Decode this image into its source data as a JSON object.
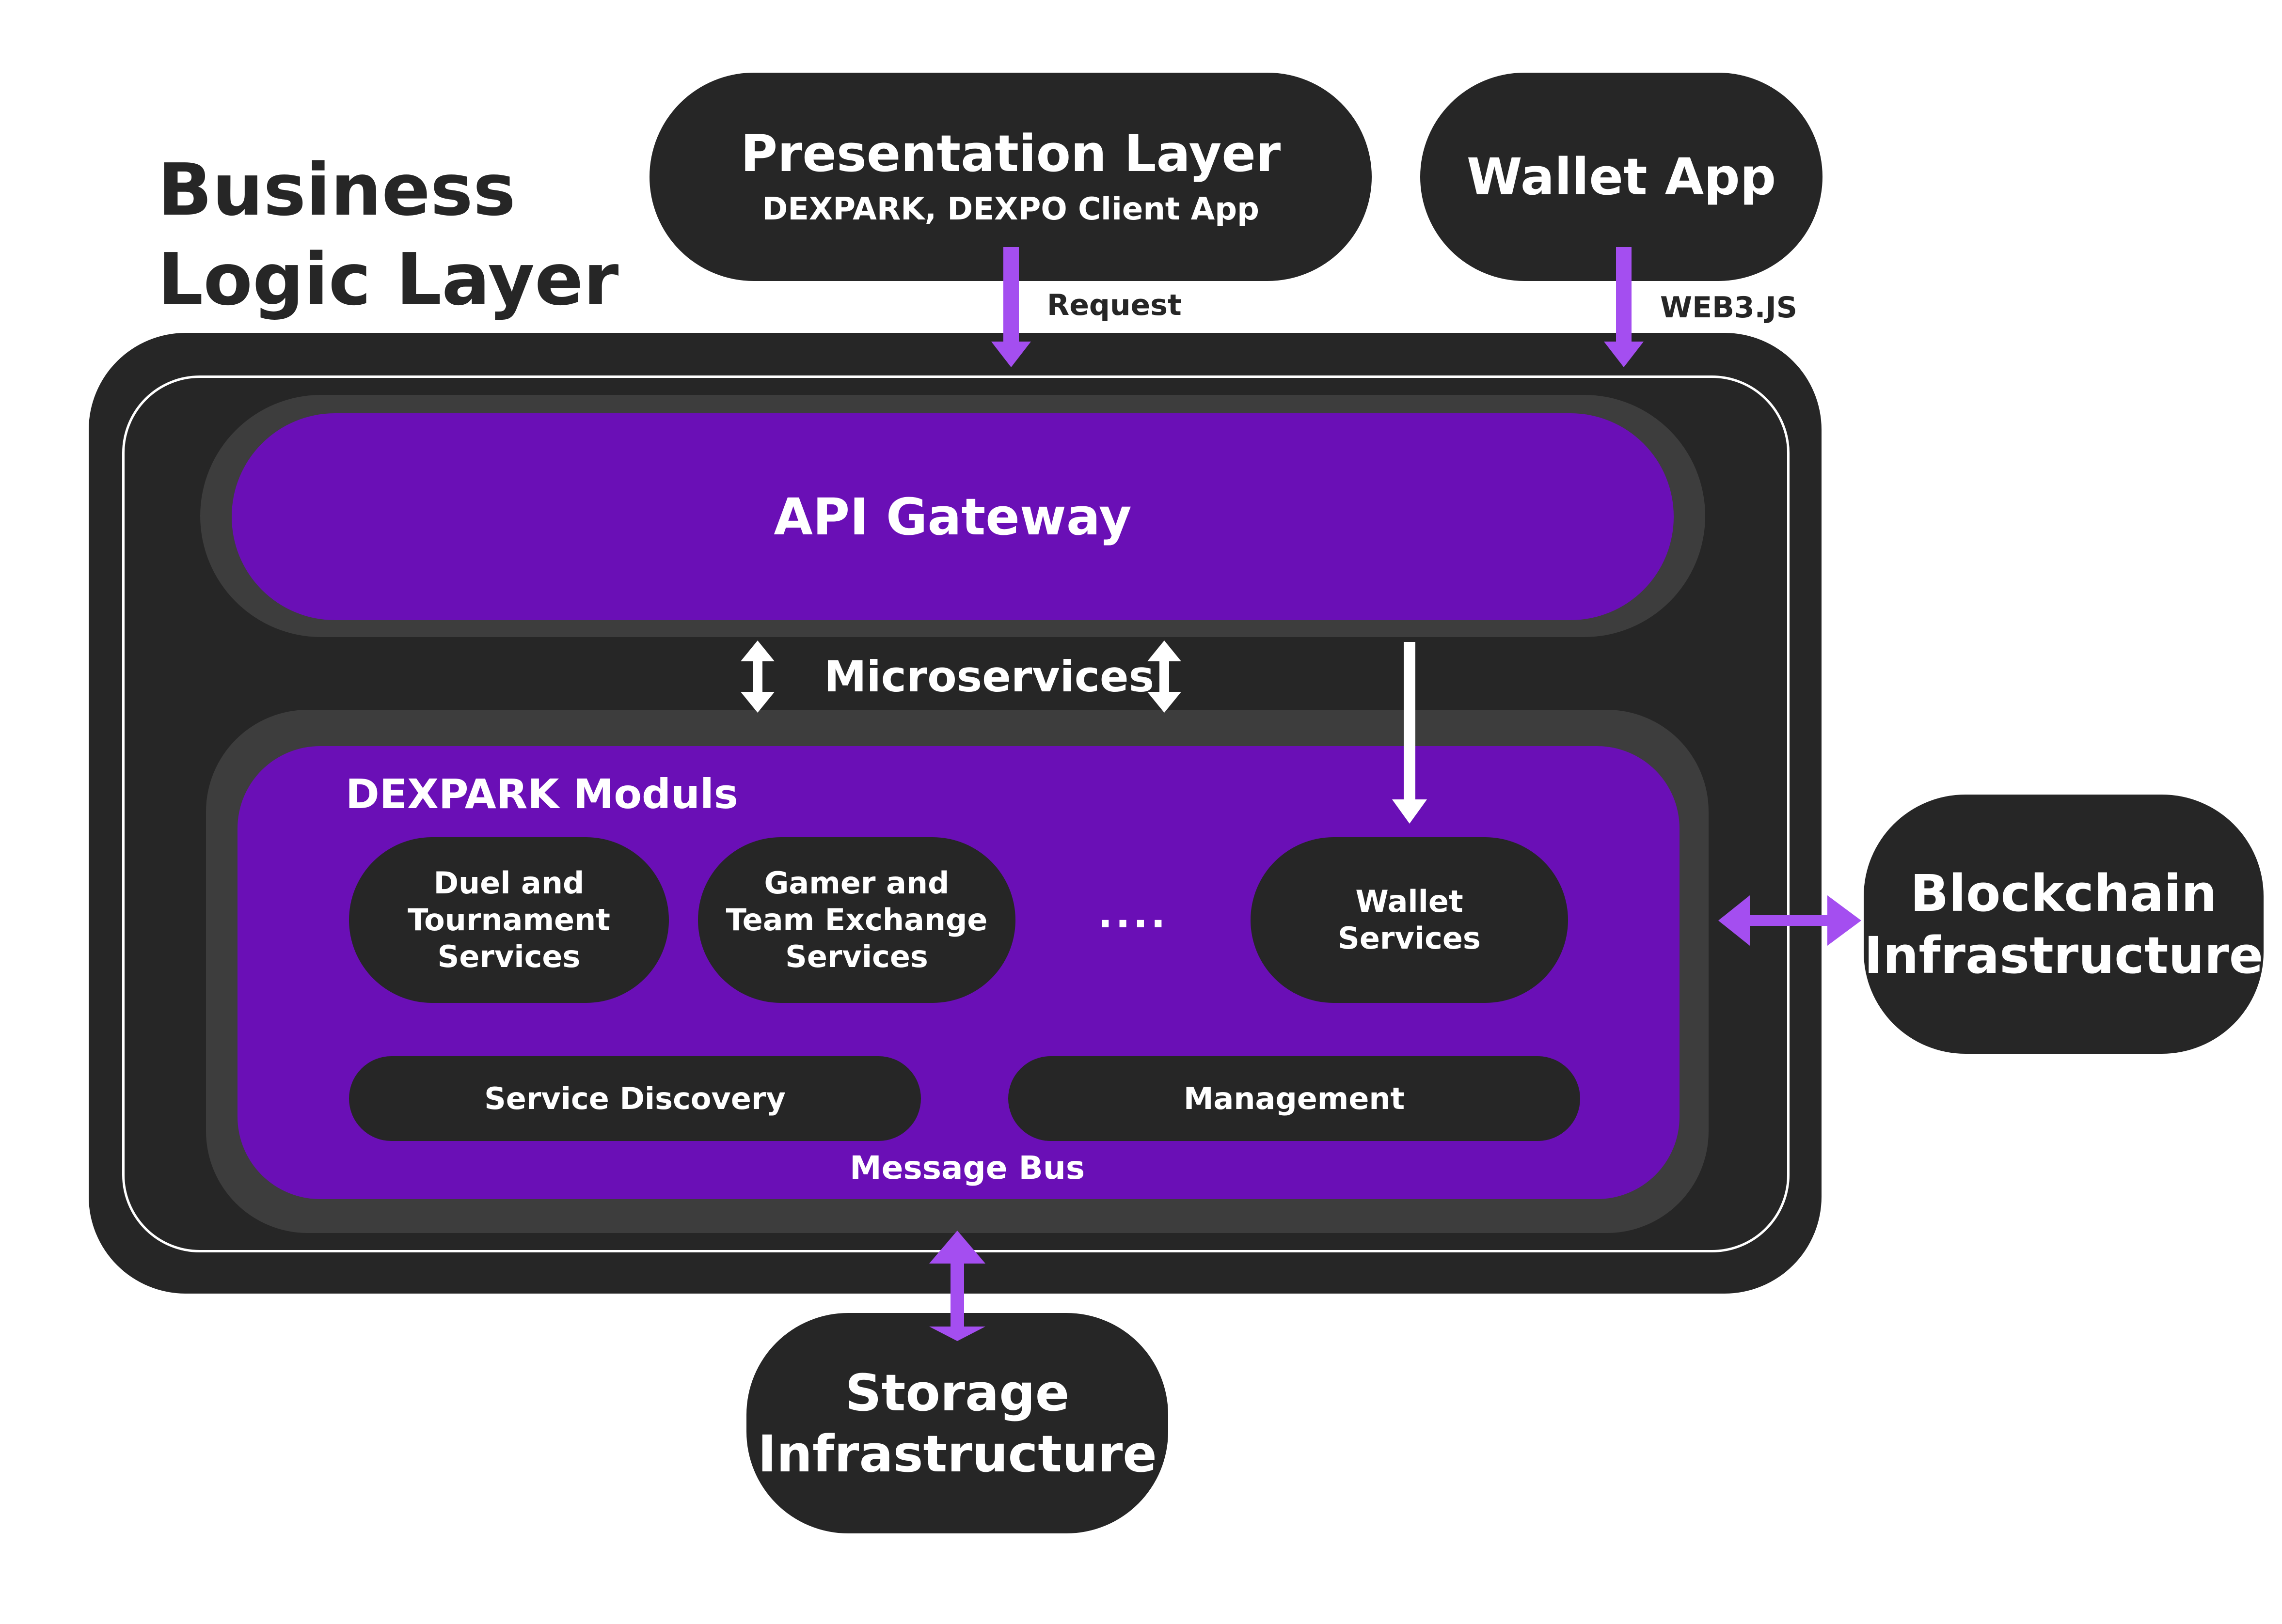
{
  "title": [
    "Business",
    "Logic Layer"
  ],
  "presentation": {
    "title": "Presentation Layer",
    "subtitle": "DEXPARK, DEXPO Client App"
  },
  "wallet_app": {
    "title": "Wallet App"
  },
  "labels": {
    "request": "Request",
    "web3": "WEB3.JS",
    "microservices": "Microservices",
    "message_bus": "Message Bus"
  },
  "api_gateway": {
    "title": "API Gateway"
  },
  "modules": {
    "title": "DEXPARK Moduls",
    "services": [
      {
        "lines": [
          "Duel and",
          "Tournament",
          "Services"
        ]
      },
      {
        "lines": [
          "Gamer and",
          "Team Exchange",
          "Services"
        ]
      },
      {
        "lines": [
          "Wallet",
          "Services"
        ]
      }
    ],
    "ellipsis": "....",
    "service_discovery": "Service Discovery",
    "management": "Management"
  },
  "blockchain": {
    "lines": [
      "Blockchain",
      "Infrastructure"
    ]
  },
  "storage": {
    "lines": [
      "Storage",
      "Infrastructure"
    ]
  },
  "colors": {
    "dark": "#262626",
    "gray": "#3d3d3d",
    "purple": "#6a0fb6",
    "arrow_purple": "#a44ef0",
    "white": "#ffffff"
  }
}
